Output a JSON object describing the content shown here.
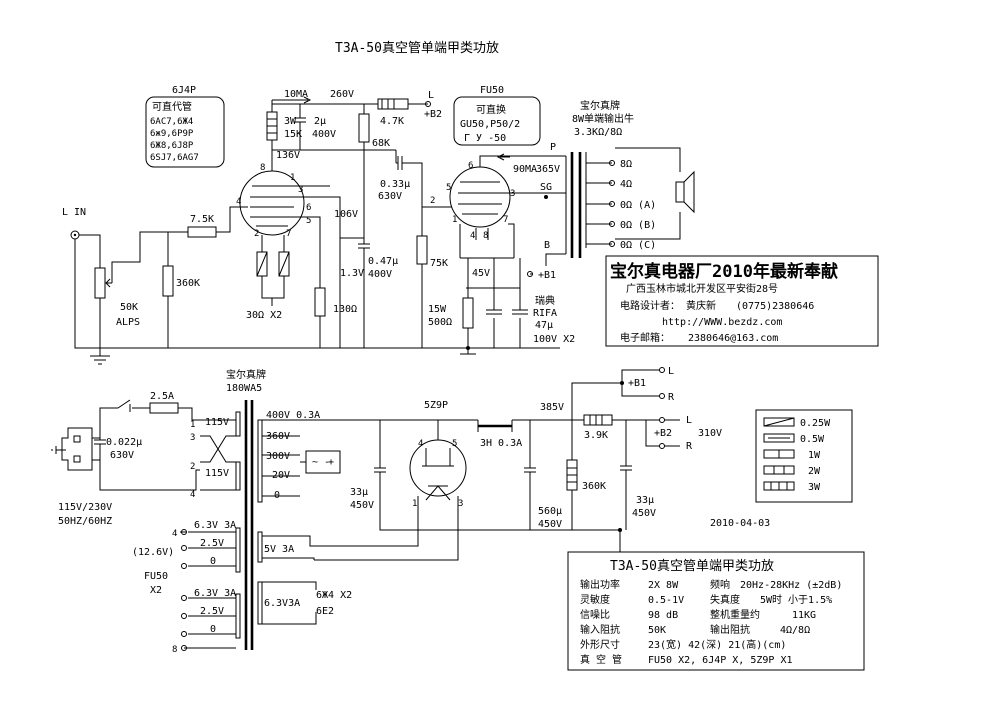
{
  "title": "T3A-50真空管单端甲类功放",
  "date": "2010-04-03",
  "input": {
    "label": "L IN",
    "pot": "50K",
    "pot_brand": "ALPS",
    "grid_r": "7.5K",
    "shunt_r": "360K"
  },
  "driver_tube": {
    "name": "6J4P",
    "alt_title": "可直代管",
    "alts": [
      "6AC7,6Ж4",
      "6ж9,6P9P",
      "6Ж8,6J8P",
      "6SJ7,6AG7"
    ],
    "pins": [
      "8",
      "1",
      "3",
      "4",
      "6",
      "5",
      "2",
      "7"
    ],
    "plate_current": "10MA",
    "plate_res_w": "3W",
    "plate_res": "15K",
    "plate_v": "136V",
    "screen_v": "106V",
    "cath_v": "1.3V",
    "cath_r": "130Ω",
    "heater_r": "30Ω X2",
    "cap_top": "2μ",
    "cap_top_v": "400V",
    "screen_r": "68K",
    "screen_cap": "0.47μ",
    "screen_cap_v": "400V"
  },
  "b_plus_rail": {
    "v": "260V",
    "r": "4.7K",
    "tap": "L",
    "label": "+B2"
  },
  "coupling": {
    "cap": "0.33μ",
    "cap_v": "630V",
    "grid_leak": "75K"
  },
  "power_tube": {
    "name": "FU50",
    "alt_title": "可直换",
    "alts": [
      "GU50,P50/2",
      "Г У -50"
    ],
    "pins": [
      "6",
      "5",
      "3",
      "1",
      "4",
      "8",
      "7"
    ],
    "current": "90MA",
    "plate_v": "365V",
    "cath_v": "45V",
    "cath_r_w": "15W",
    "cath_r": "500Ω",
    "cap_brand": "瑞典",
    "cap_model": "RIFA",
    "cap_val": "47μ",
    "cap_v": "100V X2",
    "p_label": "P",
    "sg_label": "SG",
    "b_label": "B",
    "b1_label": "+B1"
  },
  "output_transformer": {
    "brand": "宝尔真牌",
    "type": "8W单端输出牛",
    "z": "3.3KΩ/8Ω",
    "taps": [
      "8Ω",
      "4Ω",
      "0Ω (A)",
      "0Ω (B)",
      "0Ω (C)"
    ]
  },
  "maker": {
    "name": "宝尔真电器厂2010年最新奉献",
    "address": "广西玉林市城北开发区平安街28号",
    "designer_label": "电路设计者：",
    "designer": "黄庆新",
    "phone": "(0775)2380646",
    "url": "http://WWW.bezdz.com",
    "email_label": "电子邮箱：",
    "email": "2380646@163.com"
  },
  "power_supply": {
    "brand": "宝尔真牌",
    "model": "180WA5",
    "fuse": "2.5A",
    "line_cap": "0.022μ",
    "line_cap_v": "630V",
    "mains": "115V/230V",
    "freq": "50HZ/60HZ",
    "prim_labels": [
      "1",
      "3",
      "2",
      "4"
    ],
    "prim_windings": [
      "115V",
      "115V"
    ],
    "sec_hv": [
      "400V 0.3A",
      "360V",
      "300V",
      "20V",
      "0"
    ],
    "heater_left1": [
      "6.3V 3A",
      "2.5V",
      "0"
    ],
    "heater_left2": [
      "6.3V 3A",
      "2.5V",
      "0"
    ],
    "heater_left_pins": [
      "4",
      "8"
    ],
    "heater_note": "(12.6V)",
    "heater_for": "FU50",
    "heater_for_x": "X2",
    "sec_5v": "5V 3A",
    "sec_63": "6.3V3A",
    "sec_63_for": "6Ж4 X2",
    "sec_63_for2": "6E2",
    "rect_tube": "5Z9P",
    "rect_pins": [
      "4",
      "5",
      "1",
      "3"
    ],
    "choke": "3H 0.3A",
    "filter1": "33μ",
    "filter1_v": "450V",
    "filter2": "560μ",
    "filter2_v": "450V",
    "rail_v": "385V",
    "drop_r": "3.9K",
    "bleeder": "360K",
    "filter3": "33μ",
    "filter3_v": "450V",
    "out_b1": "+B1",
    "out_b2": "+B2",
    "out_L": "L",
    "out_R": "R",
    "out_b2v": "310V"
  },
  "resistor_legend": [
    "0.25W",
    "0.5W",
    "1W",
    "2W",
    "3W"
  ],
  "spec_table": {
    "title": "T3A-50真空管单端甲类功放",
    "rows": [
      [
        "输出功率",
        "2X 8W",
        "频响",
        "20Hz-28KHz (±2dB)"
      ],
      [
        "灵敏度",
        "0.5-1V",
        "失真度",
        "5W时 小于1.5%"
      ],
      [
        "信噪比",
        "98 dB",
        "整机重量约",
        "11KG"
      ],
      [
        "输入阻抗",
        "50K",
        "输出阻抗",
        "4Ω/8Ω"
      ],
      [
        "外形尺寸",
        "23(宽) 42(深) 21(高)(cm)",
        "",
        ""
      ],
      [
        "真 空 管",
        "FU50 X2, 6J4P X, 5Z9P X1",
        "",
        ""
      ]
    ]
  }
}
